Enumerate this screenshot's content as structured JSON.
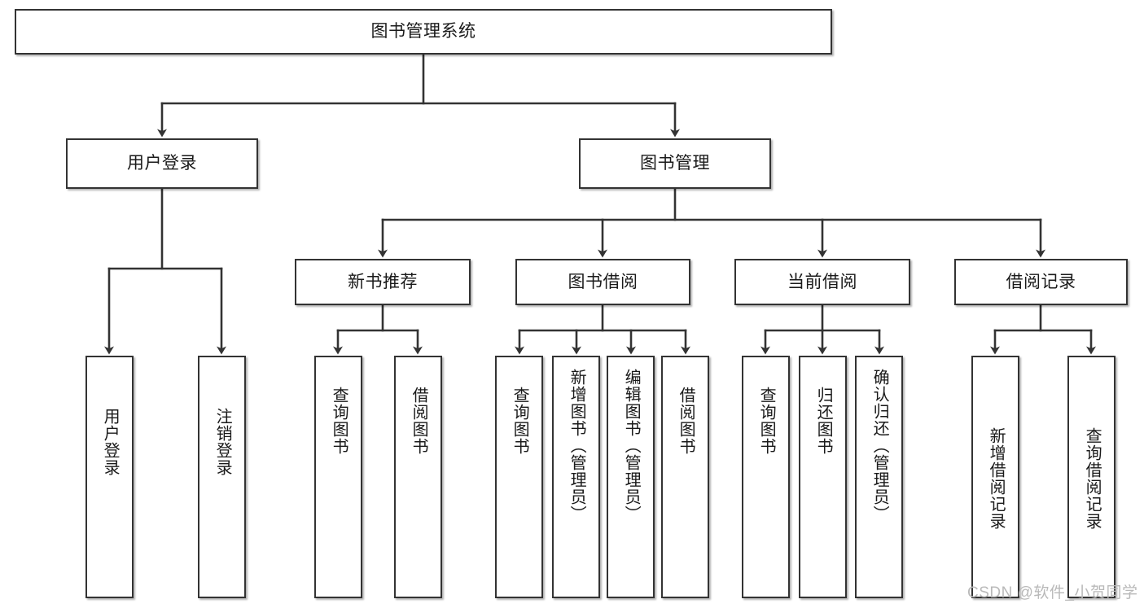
{
  "diagram": {
    "type": "tree",
    "title": "图书管理系统",
    "root": {
      "label": "图书管理系统"
    },
    "level2": [
      {
        "label": "用户登录"
      },
      {
        "label": "图书管理"
      }
    ],
    "level3": [
      {
        "label": "新书推荐"
      },
      {
        "label": "图书借阅"
      },
      {
        "label": "当前借阅"
      },
      {
        "label": "借阅记录"
      }
    ],
    "leaves": {
      "user_login": [
        {
          "label": "用户登录"
        },
        {
          "label": "注销登录"
        }
      ],
      "new_book_recommend": [
        {
          "label": "查询图书"
        },
        {
          "label": "借阅图书"
        }
      ],
      "book_borrow": [
        {
          "label": "查询图书"
        },
        {
          "label": "新增图书（管理员）"
        },
        {
          "label": "编辑图书（管理员）"
        },
        {
          "label": "借阅图书"
        }
      ],
      "current_borrow": [
        {
          "label": "查询图书"
        },
        {
          "label": "归还图书"
        },
        {
          "label": "确认归还（管理员）"
        }
      ],
      "borrow_records": [
        {
          "label": "新增借阅记录"
        },
        {
          "label": "查询借阅记录"
        }
      ]
    }
  },
  "watermark": {
    "text": "CSDN @软件_小贺同学"
  },
  "colors": {
    "background": "#ffffff",
    "node_border": "#333333",
    "node_fill": "#ffffff",
    "connector": "#333333",
    "text": "#1a1a1a",
    "watermark": "#b9b9b9"
  }
}
